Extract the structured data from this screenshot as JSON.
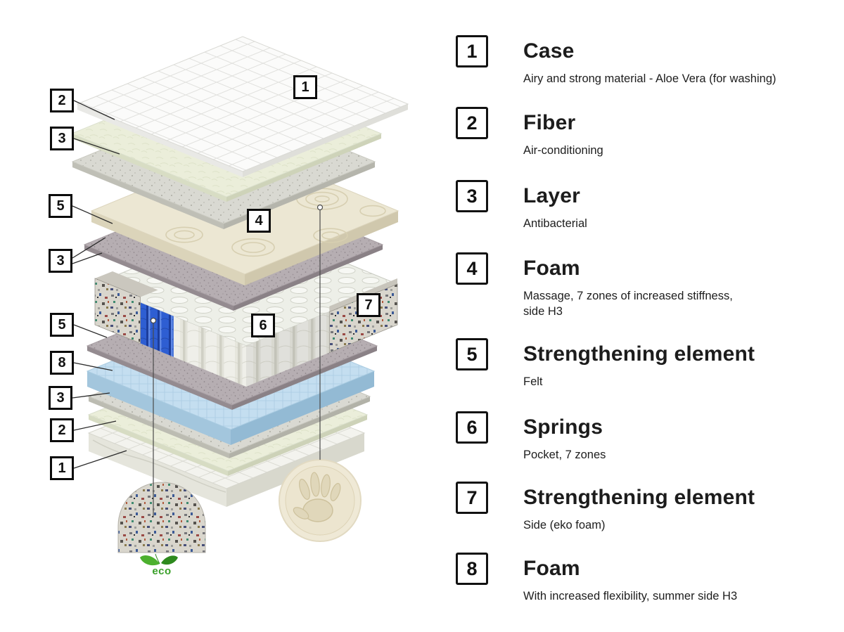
{
  "diagram": {
    "eco_label": "eco",
    "colors": {
      "eco_green": "#3aa02a",
      "spring_blue": "#2e5ed2",
      "blue_foam_layer": "#c4def0",
      "massage_foam": "#ece7d3",
      "callout_border": "#0b0b0b"
    },
    "callouts": [
      {
        "label": "2"
      },
      {
        "label": "3"
      },
      {
        "label": "1"
      },
      {
        "label": "5"
      },
      {
        "label": "4"
      },
      {
        "label": "3"
      },
      {
        "label": "5"
      },
      {
        "label": "7"
      },
      {
        "label": "6"
      },
      {
        "label": "8"
      },
      {
        "label": "3"
      },
      {
        "label": "2"
      },
      {
        "label": "1"
      }
    ]
  },
  "legend": {
    "items": [
      {
        "number": "1",
        "title": "Case",
        "description": "Airy and strong material - Aloe Vera (for washing)"
      },
      {
        "number": "2",
        "title": "Fiber",
        "description": "Air-conditioning"
      },
      {
        "number": "3",
        "title": "Layer",
        "description": "Antibacterial"
      },
      {
        "number": "4",
        "title": "Foam",
        "description": "Massage, 7 zones of increased stiffness,\n side H3"
      },
      {
        "number": "5",
        "title": "Strengthening element",
        "description": "Felt"
      },
      {
        "number": "6",
        "title": "Springs",
        "description": "Pocket, 7 zones"
      },
      {
        "number": "7",
        "title": "Strengthening element",
        "description": "Side (eko foam)"
      },
      {
        "number": "8",
        "title": "Foam",
        "description": "With increased flexibility, summer side H3"
      }
    ]
  }
}
